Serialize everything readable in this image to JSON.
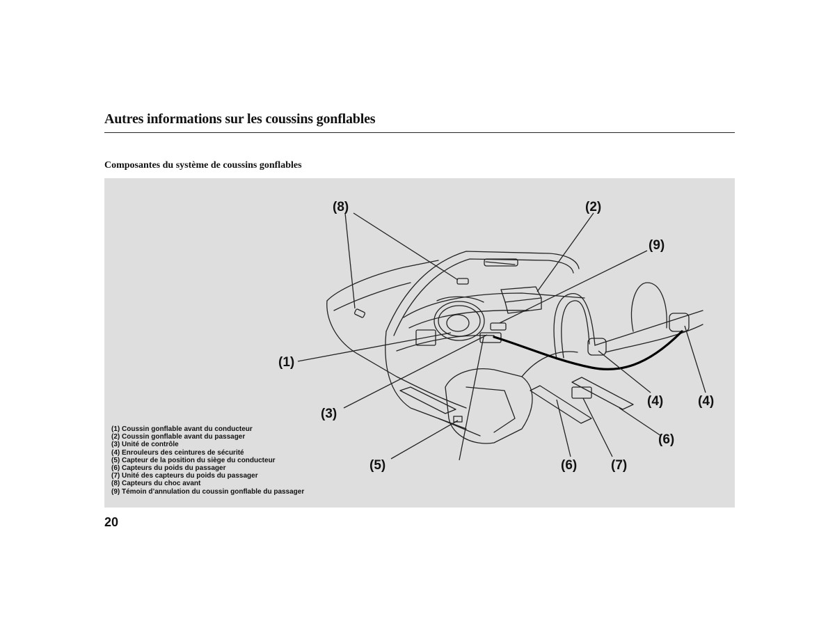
{
  "page": {
    "title": "Autres informations sur les coussins gonflables",
    "section_title": "Composantes du système de coussins gonflables",
    "page_number": "20"
  },
  "diagram": {
    "callouts": [
      "(1)",
      "(2)",
      "(3)",
      "(4)",
      "(5)",
      "(6)",
      "(7)",
      "(8)",
      "(9)"
    ],
    "legend": [
      "(1) Coussin gonflable avant du conducteur",
      "(2) Coussin gonflable avant du passager",
      "(3) Unité de contrôle",
      "(4) Enrouleurs des ceintures de sécurité",
      "(5) Capteur de la position du siège du conducteur",
      "(6) Capteurs du poids du passager",
      "(7) Unité des capteurs du poids du passager",
      "(8) Capteurs du choc avant",
      "(9) Témoin d’annulation du coussin gonflable du passager"
    ]
  }
}
